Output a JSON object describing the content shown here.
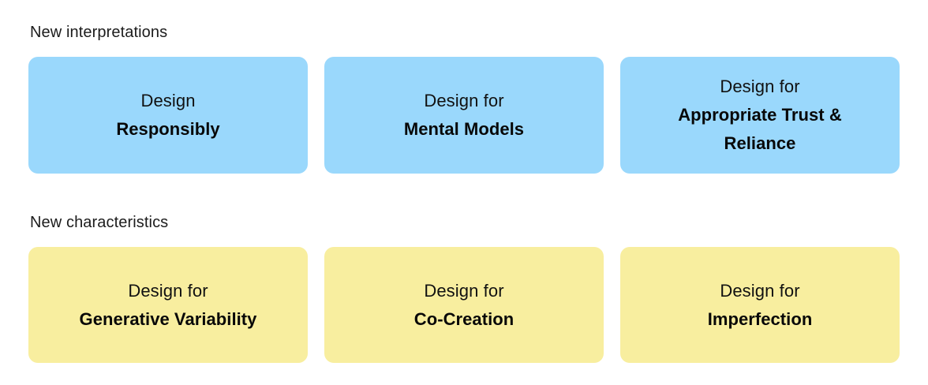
{
  "theme": {
    "background": "#ffffff",
    "blue_card": "#9ad8fc",
    "yellow_card": "#f8ee9f",
    "label_text": "#1c1c1c",
    "lead_text": "#111111",
    "title_text": "#080808"
  },
  "sections": [
    {
      "label": "New interpretations",
      "cards": [
        {
          "lead": "Design",
          "title": "Responsibly"
        },
        {
          "lead": "Design for",
          "title": "Mental Models"
        },
        {
          "lead": "Design for",
          "title": "Appropriate Trust & Reliance"
        }
      ]
    },
    {
      "label": "New characteristics",
      "cards": [
        {
          "lead": "Design for",
          "title": "Generative Variability"
        },
        {
          "lead": "Design for",
          "title": "Co-Creation"
        },
        {
          "lead": "Design for",
          "title": "Imperfection"
        }
      ]
    }
  ]
}
